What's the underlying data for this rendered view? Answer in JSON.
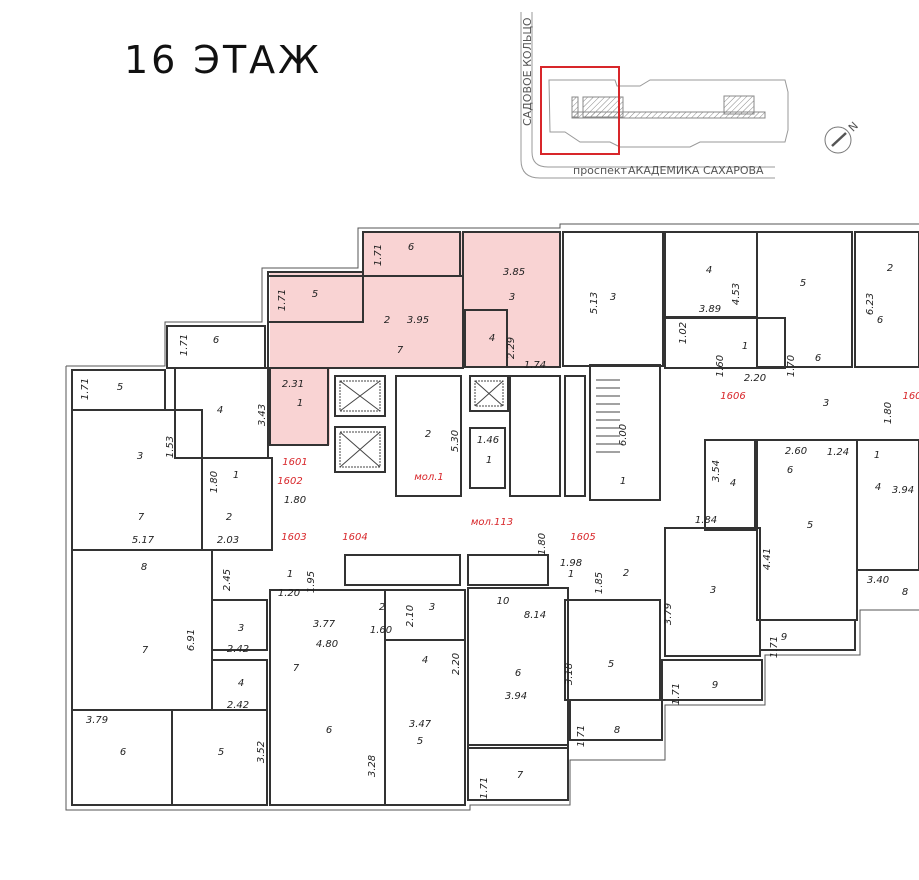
{
  "title": "16 ЭТАЖ",
  "keyplan": {
    "street_vertical": "САДОВОЕ КОЛЬЦО",
    "street_horizontal_prefix": "проспект",
    "street_horizontal": "АКАДЕМИКА САХАРОВА",
    "compass": "N",
    "highlight_color": "#d8262a"
  },
  "colors": {
    "selected_apartment": "#f9d3d3",
    "unit_label": "#d8262a",
    "walls": "#333333"
  },
  "plan": {
    "unit_labels": [
      "1601",
      "1602",
      "1603",
      "1604",
      "1605",
      "1606",
      "160",
      "мол.1",
      "мол.113"
    ],
    "labels": [
      "6",
      "1.71",
      "5",
      "1.71",
      "2",
      "3.95",
      "7",
      "3.85",
      "3",
      "4",
      "2.29",
      "1.74",
      "2.31",
      "1",
      "6",
      "1.71",
      "5",
      "1.71",
      "4",
      "3.43",
      "3",
      "1.53",
      "1",
      "1.80",
      "1.80",
      "7",
      "5.17",
      "2",
      "2.03",
      "2",
      "5.30",
      "1.46",
      "1",
      "3",
      "5.13",
      "4",
      "3.89",
      "4.53",
      "1.02",
      "1",
      "1.60",
      "2.20",
      "1.70",
      "6",
      "5",
      "6",
      "6.23",
      "2",
      "3",
      "1.80",
      "6.00",
      "1",
      "3.54",
      "4",
      "1.84",
      "2.60",
      "1.24",
      "6",
      "1",
      "3.94",
      "4",
      "5",
      "4.41",
      "3",
      "3.79",
      "3.40",
      "8",
      "9",
      "1.71",
      "9",
      "1.71",
      "8",
      "1.71",
      "7",
      "1.71",
      "2",
      "1.85",
      "1.98",
      "1",
      "10",
      "8.14",
      "5",
      "3.18",
      "6",
      "3.94",
      "8",
      "2.45",
      "1",
      "1.95",
      "1.20",
      "7",
      "6.91",
      "3",
      "2.42",
      "4",
      "2.42",
      "3.79",
      "6",
      "5",
      "3.52",
      "2",
      "2.10",
      "3",
      "1.60",
      "3.77",
      "4.80",
      "7",
      "4",
      "2.20",
      "6",
      "3.28",
      "3.47",
      "5",
      "1.80"
    ]
  }
}
